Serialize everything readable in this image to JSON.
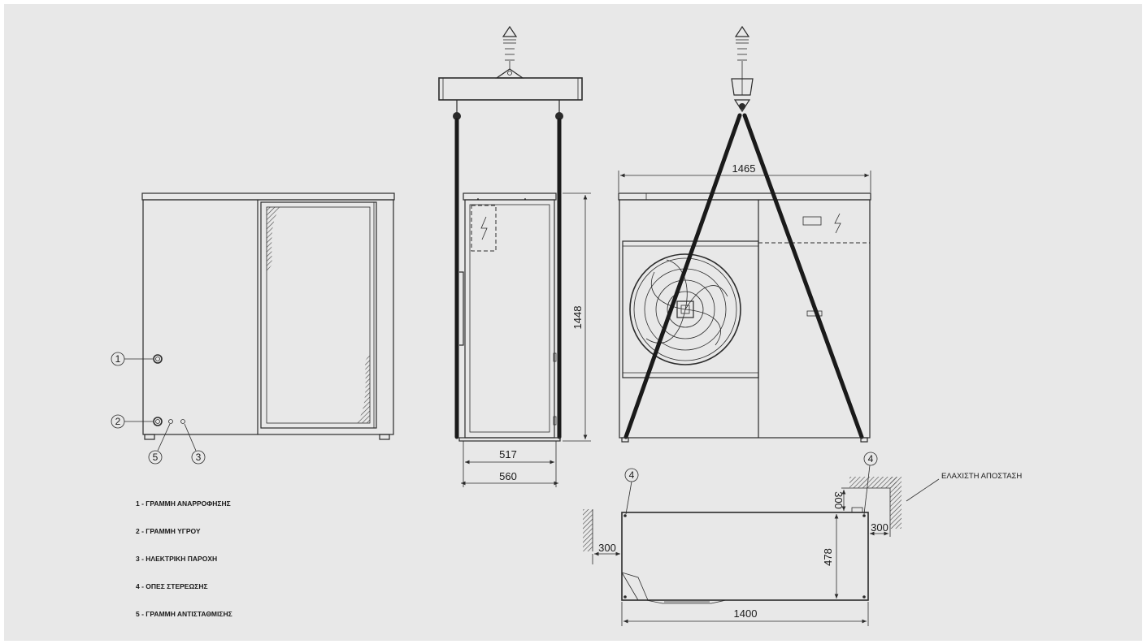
{
  "callouts": [
    "1",
    "2",
    "3",
    "4",
    "5"
  ],
  "dimensions": {
    "height": "1448",
    "depth_inner": "517",
    "depth_outer": "560",
    "width": "1465",
    "base_width": "1400",
    "base_depth": "478",
    "clearance_left": "300",
    "clearance_top": "300",
    "clearance_right": "300"
  },
  "note": "ΕΛΑΧΙΣΤΗ ΑΠΟΣΤΑΣΗ",
  "legend": [
    "1 - ΓΡΑΜΜΗ ΑΝΑΡΡΟΦΗΣΗΣ",
    "2 - ΓΡΑΜΜΗ ΥΓΡΟΥ",
    "3 - ΗΛΕΚΤΡΙΚΗ ΠΑΡΟΧΗ",
    "4 - ΟΠΕΣ ΣΤΕΡΕΩΣΗΣ",
    "5 - ΓΡΑΜΜΗ ΑΝΤΙΣΤΑΘΜΙΣΗΣ"
  ],
  "colors": {
    "line": "#2b2b2b",
    "background": "#e8e8e8",
    "sling": "#1a1a1a"
  }
}
